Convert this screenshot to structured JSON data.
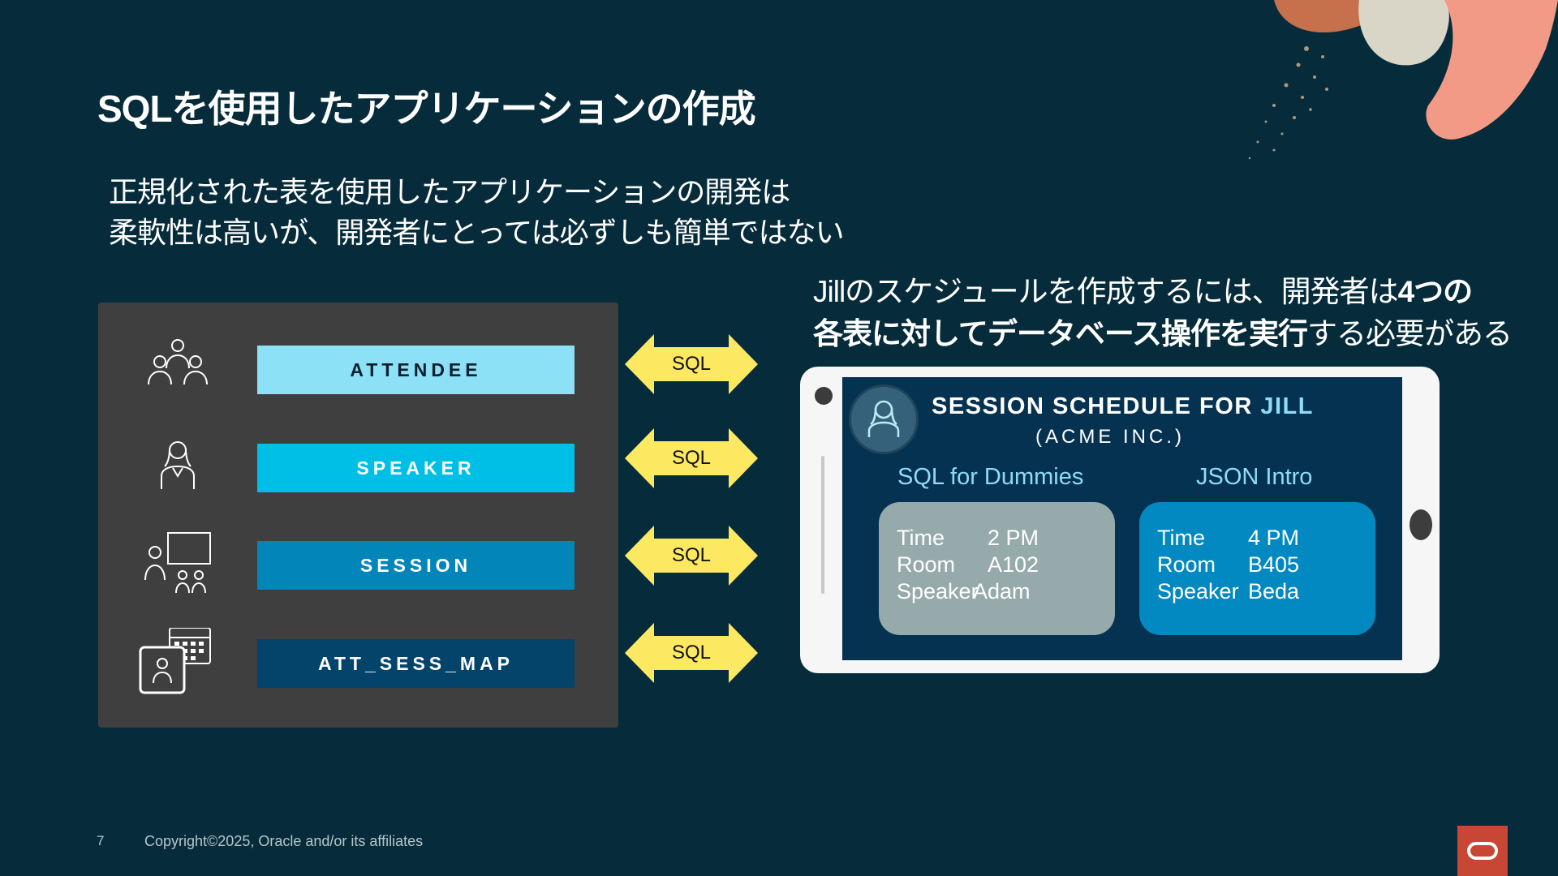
{
  "slide": {
    "title": "SQLを使用したアプリケーションの作成",
    "subtitle_lines": [
      "正規化された表を使用したアプリケーションの開発は",
      "柔軟性は高いが、開発者にとっては必ずしも簡単ではない"
    ]
  },
  "tables": [
    {
      "label": "ATTENDEE",
      "color": "#8de1f6",
      "text_color": "#0a1f2e",
      "icon": "people-group-icon"
    },
    {
      "label": "SPEAKER",
      "color": "#00bfe6",
      "text_color": "#ffffff",
      "icon": "speaker-person-icon"
    },
    {
      "label": "SESSION",
      "color": "#0285b8",
      "text_color": "#ffffff",
      "icon": "presentation-audience-icon"
    },
    {
      "label": "ATT_SESS_MAP",
      "color": "#04446a",
      "text_color": "#ffffff",
      "icon": "calendar-person-icon"
    }
  ],
  "sql_arrows": [
    "SQL",
    "SQL",
    "SQL",
    "SQL"
  ],
  "jill_text": {
    "line1_pre": "Jillのスケジュールを作成するには、開発者は",
    "line1_bold": "4つの",
    "line2_bold": "各表に対してデータベース操作を実行",
    "line2_post": "する必要がある"
  },
  "schedule": {
    "title_pre": "SESSION SCHEDULE FOR ",
    "title_name": "JILL",
    "subtitle": "(ACME INC.)",
    "sessions": [
      {
        "name": "SQL for Dummies",
        "time_label": "Time",
        "time": "2 PM",
        "room_label": "Room",
        "room": "A102",
        "speaker_label": "Speaker",
        "speaker": "Adam"
      },
      {
        "name": "JSON Intro",
        "time_label": "Time",
        "time": "4 PM",
        "room_label": "Room",
        "room": "B405",
        "speaker_label": "Speaker",
        "speaker": "Beda"
      }
    ]
  },
  "footer": {
    "page_number": "7",
    "copyright": "Copyright©2025, Oracle and/or its affiliates"
  },
  "colors": {
    "background": "#062c3b",
    "arrow": "#fde862",
    "panel": "#3f3f3f",
    "oracle_red": "#c74634"
  }
}
